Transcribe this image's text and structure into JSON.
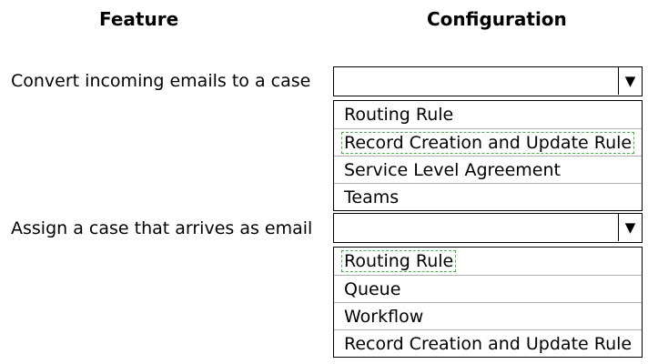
{
  "headers": {
    "feature": "Feature",
    "configuration": "Configuration"
  },
  "rows": [
    {
      "feature": "Convert incoming emails to a case",
      "selected_value": "",
      "arrow_icon": "triangle-down-icon",
      "options": [
        {
          "label": "Routing Rule",
          "selected": false
        },
        {
          "label": "Record Creation and Update Rule",
          "selected": true
        },
        {
          "label": "Service Level Agreement",
          "selected": false
        },
        {
          "label": "Teams",
          "selected": false
        }
      ]
    },
    {
      "feature": "Assign a case that arrives as email",
      "selected_value": "",
      "arrow_icon": "triangle-down-icon",
      "options": [
        {
          "label": "Routing Rule",
          "selected": true
        },
        {
          "label": "Queue",
          "selected": false
        },
        {
          "label": "Workflow",
          "selected": false
        },
        {
          "label": "Record Creation and Update Rule",
          "selected": false
        }
      ]
    }
  ],
  "colors": {
    "selection_outline": "#4caf50",
    "border": "#000000",
    "row_divider": "#b0b0b0"
  }
}
